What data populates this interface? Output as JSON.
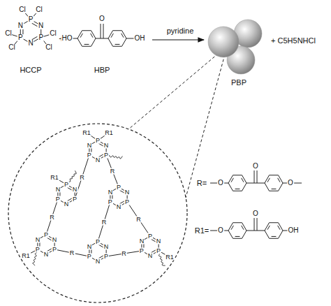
{
  "diagram": {
    "labels": [
      "P",
      "N",
      "P",
      "N",
      "P",
      "N",
      "Cl",
      "Cl",
      "Cl",
      "Cl",
      "Cl",
      "Cl",
      "HCCP",
      "+",
      "HO",
      "O",
      "OH",
      "HBP",
      "pyridine",
      "PBP",
      "+ C5H5NHCl",
      "R=",
      "O",
      "O",
      "O",
      "R1=",
      "O",
      "O",
      "OH",
      "P",
      "N",
      "P",
      "N",
      "P",
      "N",
      "P",
      "N",
      "P",
      "N",
      "P",
      "N",
      "P",
      "N",
      "P",
      "N",
      "P",
      "N",
      "P",
      "N",
      "P",
      "N",
      "P",
      "N",
      "P",
      "N",
      "P",
      "N",
      "P",
      "N",
      "P",
      "N",
      "P",
      "N",
      "P",
      "N",
      "R",
      "R",
      "R",
      "R",
      "R",
      "R",
      "R",
      "R1",
      "R1",
      "R1",
      "R1",
      "R1"
    ]
  }
}
